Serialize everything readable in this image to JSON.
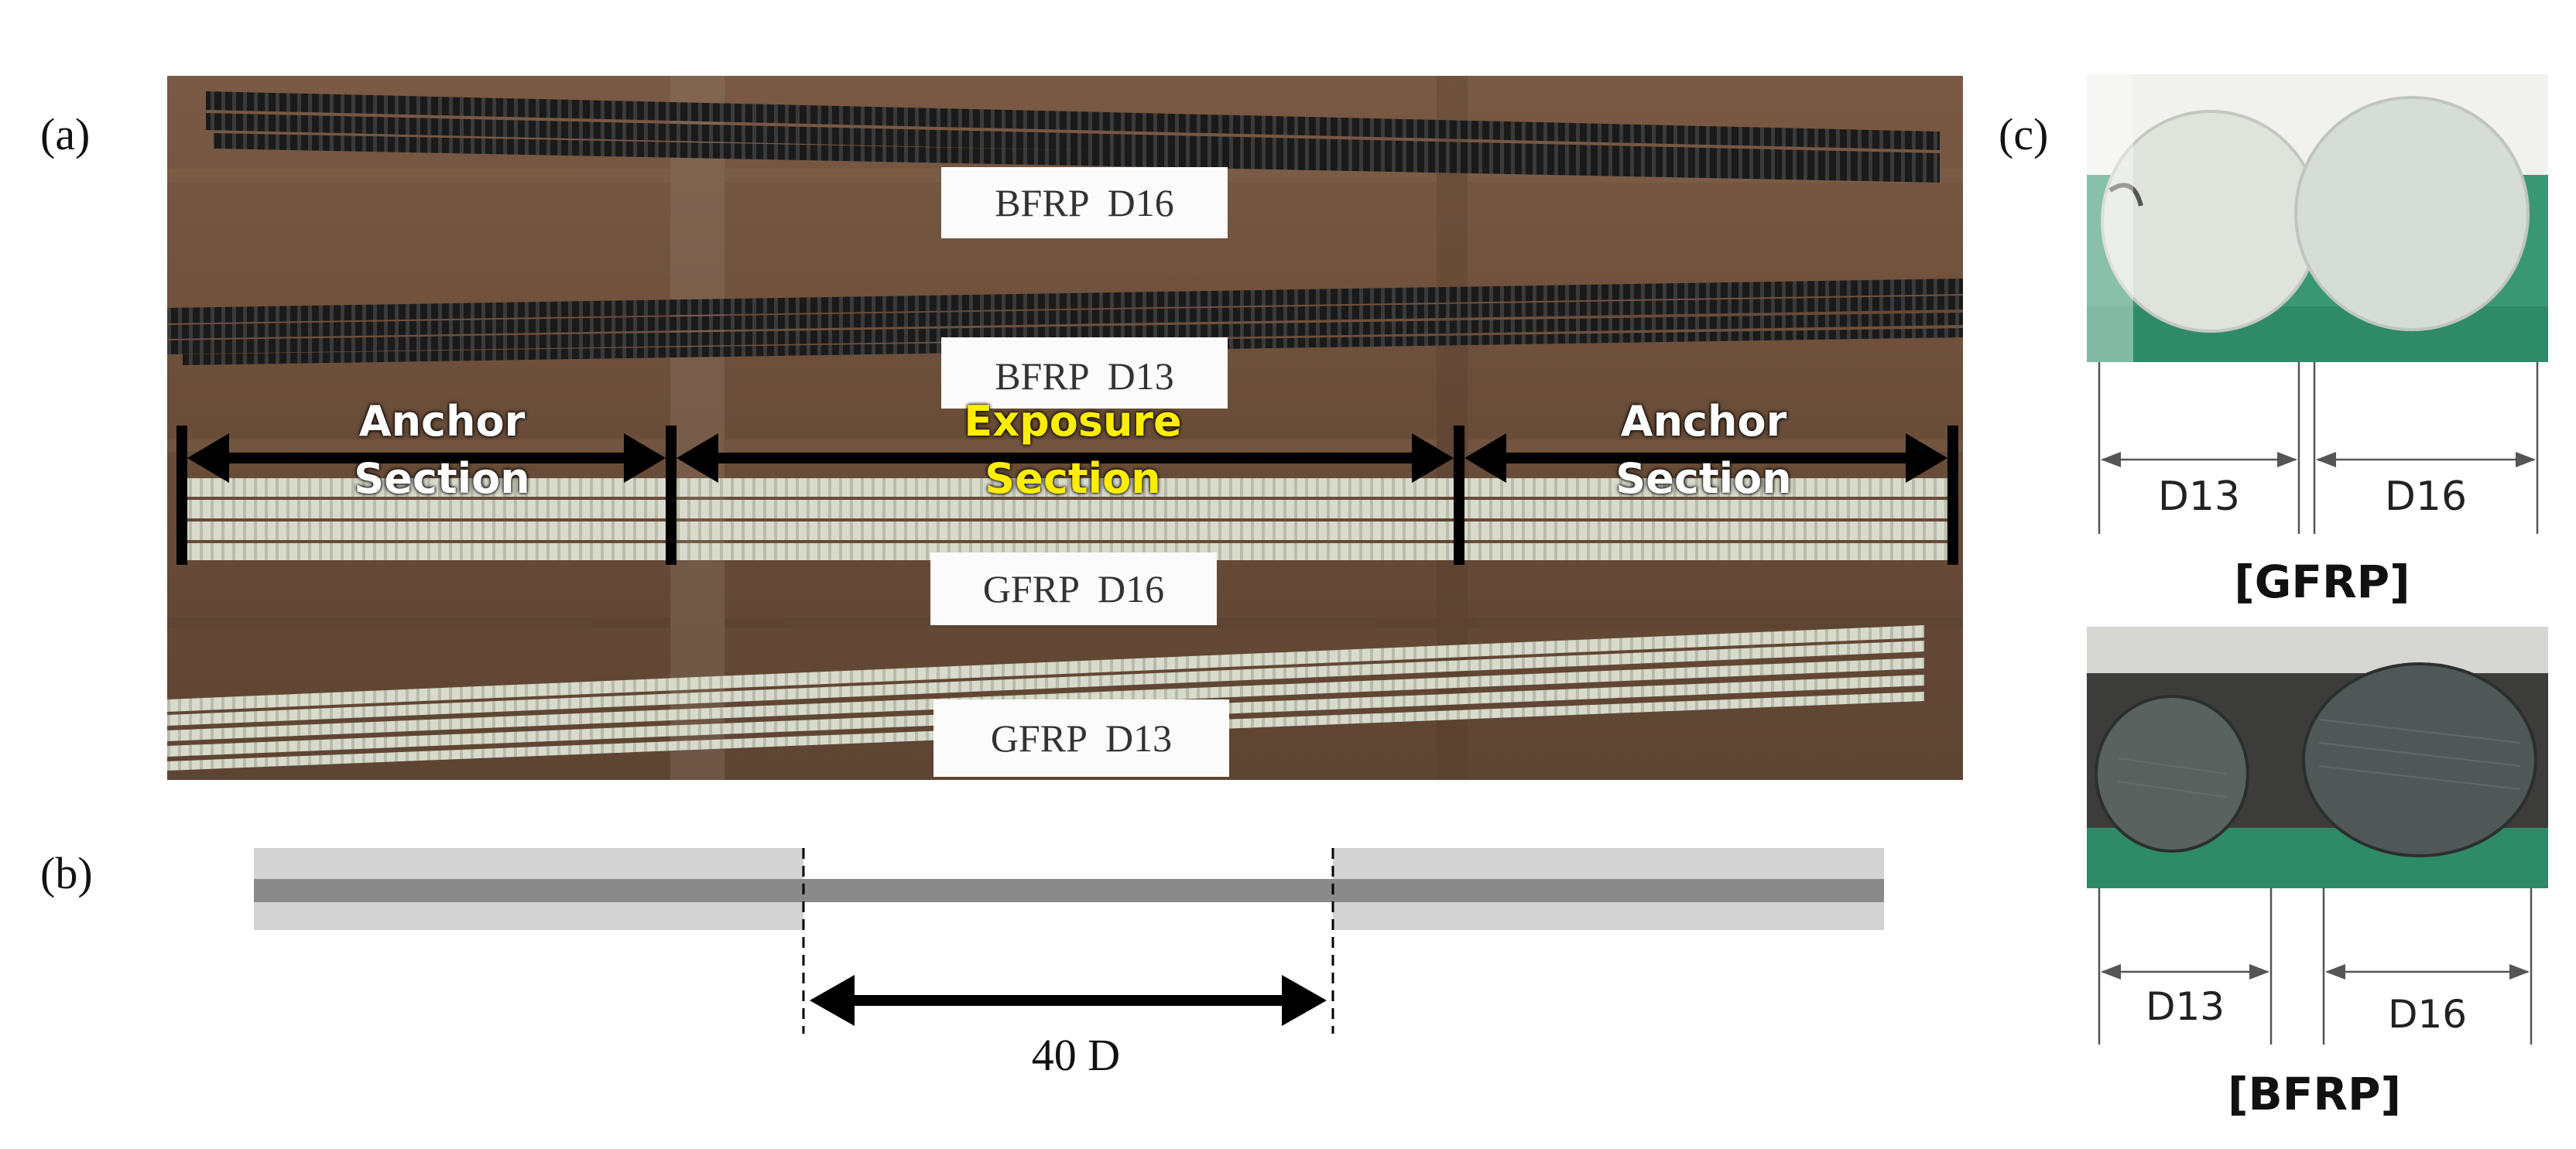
{
  "panels": {
    "a": "(a)",
    "b": "(b)",
    "c": "(c)"
  },
  "photo_a": {
    "tags": [
      "BFRP  D16",
      "BFRP  D13",
      "GFRP  D16",
      "GFRP  D13"
    ],
    "sections": {
      "anchor_left": [
        "Anchor",
        "Section"
      ],
      "exposure": [
        "Exposure",
        "Section"
      ],
      "anchor_right": [
        "Anchor",
        "Section"
      ]
    },
    "colors": {
      "wood": "#6e4f3a",
      "bfrp_bar": "#1b1b1b",
      "gfrp_bar": "#d6d8c8",
      "anchor_text": "#ffffff",
      "exposure_text": "#ffee00"
    }
  },
  "diagram_b": {
    "dimension_label": "40 D",
    "colors": {
      "sleeve": "#d3d3d3",
      "bar": "#8a8a8a"
    }
  },
  "panel_c": {
    "gfrp": {
      "dims": [
        "D13",
        "D16"
      ],
      "caption": "[GFRP]"
    },
    "bfrp": {
      "dims": [
        "D13",
        "D16"
      ],
      "caption": "[BFRP]"
    }
  }
}
